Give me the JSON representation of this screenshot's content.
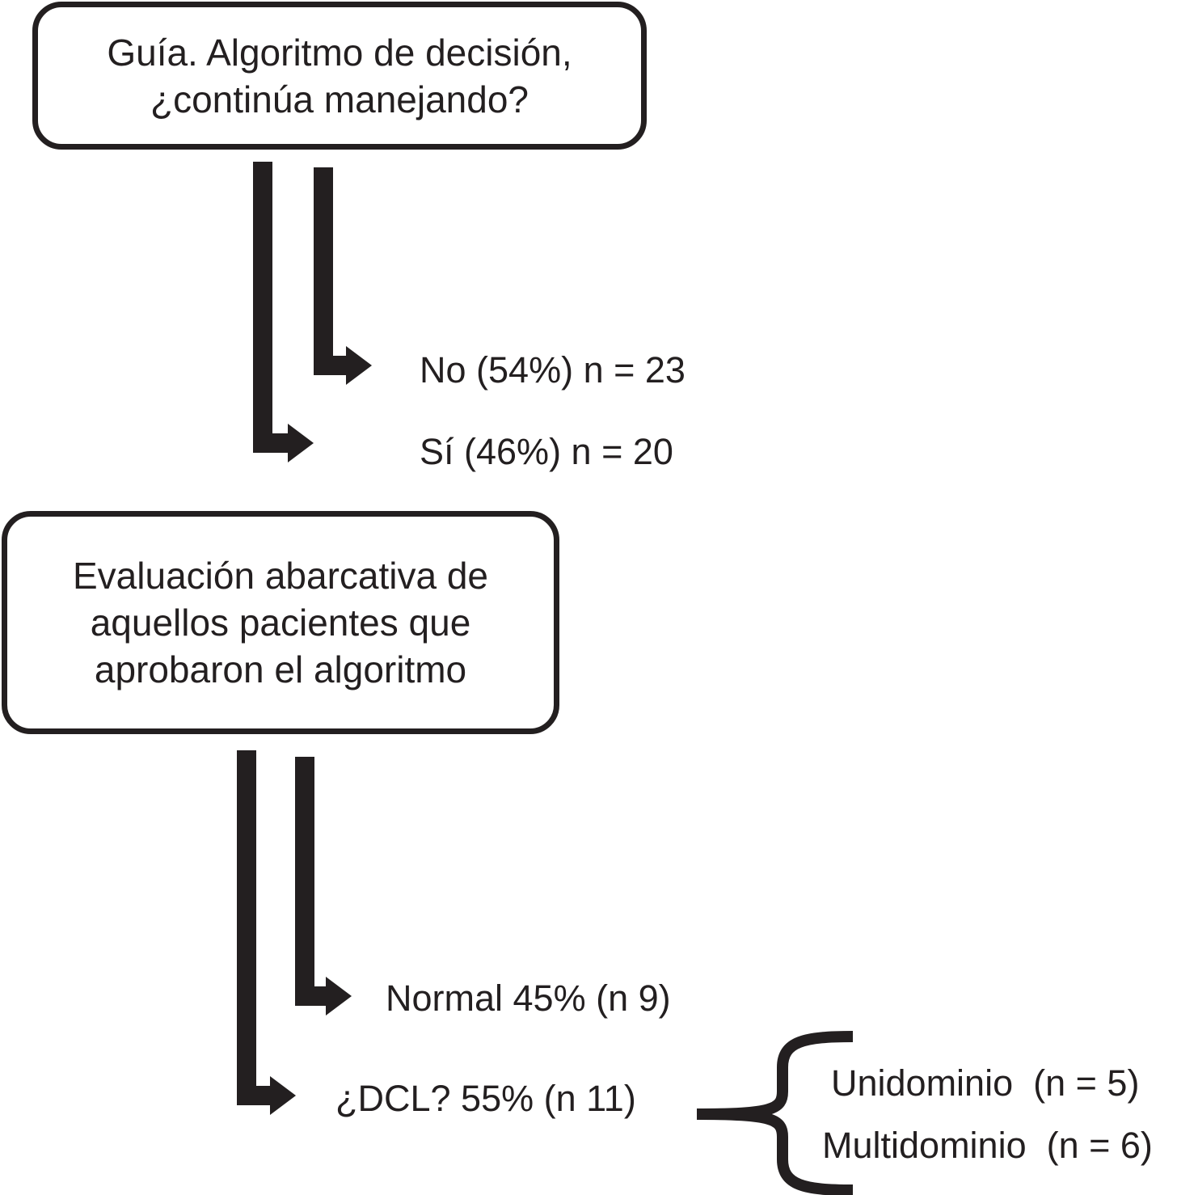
{
  "colors": {
    "ink": "#231f20",
    "background": "#ffffff"
  },
  "nodes": {
    "guide": {
      "line1": "Guía. Algoritmo de decisión,",
      "line2": "¿continúa manejando?"
    },
    "evaluation": {
      "line1": "Evaluación abarcativa de",
      "line2": "aquellos pacientes que",
      "line3": "aprobaron el algoritmo"
    }
  },
  "outcomes": {
    "no": "No (54%) n = 23",
    "si": "Sí (46%) n = 20",
    "normal": "Normal 45% (n 9)",
    "dcl": "¿DCL? 55% (n 11)",
    "unidominio": "Unidominio  (n = 5)",
    "multidominio": "Multidominio  (n = 6)"
  }
}
